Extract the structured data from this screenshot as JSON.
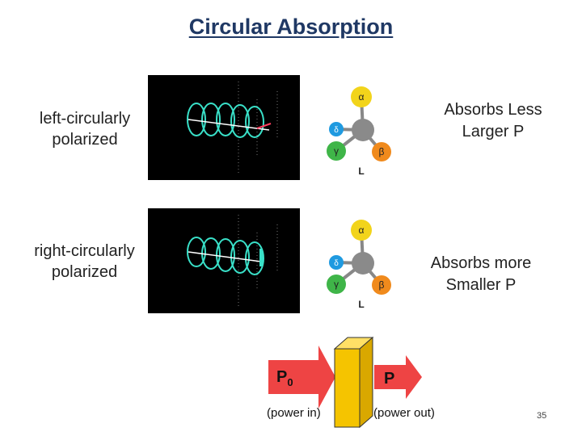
{
  "title": "Circular Absorption",
  "rows": [
    {
      "wave_label": "left-circularly polarized",
      "absorb_line1": "Absorbs Less",
      "absorb_line2": "Larger P"
    },
    {
      "wave_label": "right-circularly polarized",
      "absorb_line1": "Absorbs more",
      "absorb_line2": "Smaller P"
    }
  ],
  "molecule": {
    "alpha": "α",
    "beta": "β",
    "gamma": "γ",
    "delta": "δ",
    "L": "L",
    "colors": {
      "alpha": "#f2d41b",
      "beta": "#f08a1c",
      "gamma": "#3fb548",
      "delta": "#1f9ae0",
      "center": "#8a8a8a"
    }
  },
  "power": {
    "p_in_symbol": "P",
    "p_in_subscript": "0",
    "p_out_symbol": "P",
    "p_in_caption": "(power in)",
    "p_out_caption": "(power out)",
    "arrow_color": "#ee4444",
    "sample_color": "#f5c400"
  },
  "slide_number": "35"
}
